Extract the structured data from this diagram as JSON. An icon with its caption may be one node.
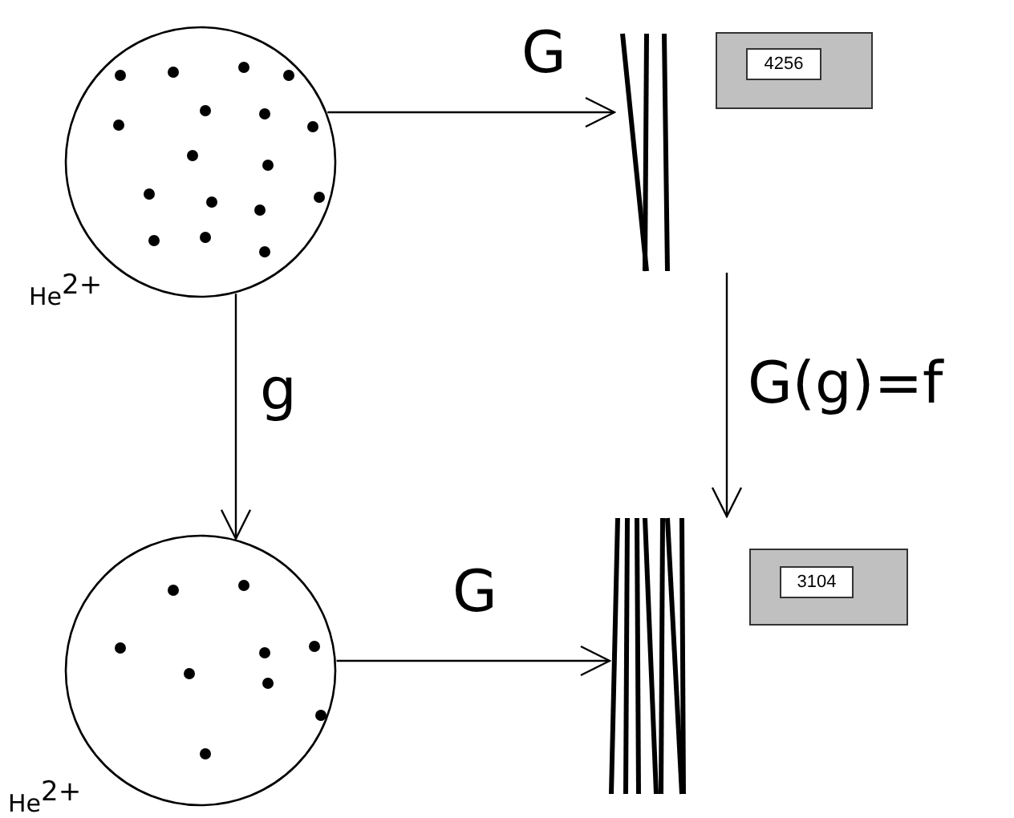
{
  "diagram": {
    "nodes": [
      {
        "text": [],
        "shape": "circle",
        "beside": [
          "He$^{2+}$"
        ]
      },
      {
        "text": [],
        "shape": "picture"
      },
      {
        "text": [
          "4256"
        ]
      },
      {
        "text": [],
        "shape": "circle",
        "beside": [
          "He$^{2+}$"
        ]
      },
      {
        "text": [],
        "shape": "picture"
      },
      {
        "text": [
          "3104"
        ]
      }
    ],
    "edges": [
      {
        "from": 0,
        "to": 1,
        "arrow": "to",
        "label": "G"
      },
      {
        "from": 0,
        "to": 3,
        "arrow": "to",
        "label": "g"
      },
      {
        "from": 1,
        "to": 4,
        "arrow": "to",
        "label": "G(g)=f"
      },
      {
        "from": 3,
        "to": 4,
        "arrow": "to",
        "label": "G"
      }
    ]
  }
}
